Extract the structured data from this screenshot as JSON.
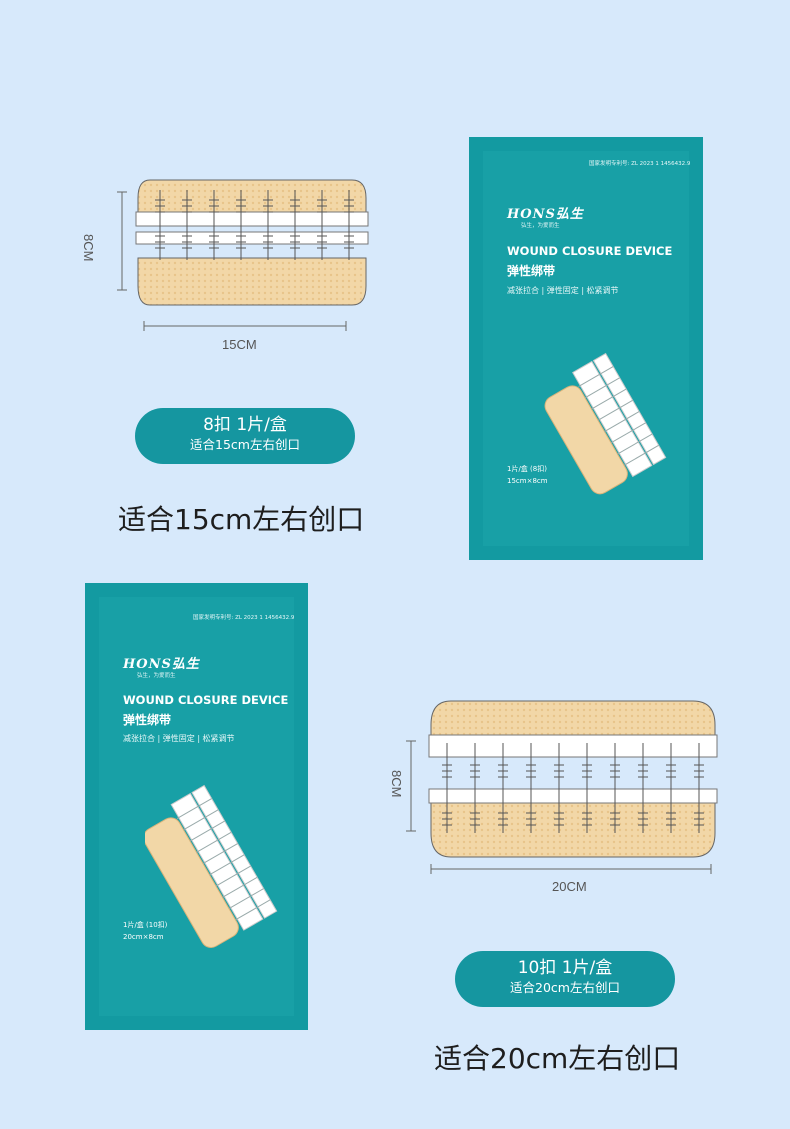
{
  "colors": {
    "background": "#d7e9fb",
    "package_teal": "#18a0a6",
    "pill_teal": "#1596a0",
    "pad_beige": "#f2d7a7"
  },
  "product1": {
    "height_label": "8CM",
    "width_label": "15CM",
    "pill_line1": "8扣 1片/盒",
    "pill_line2": "适合15cm左右创口",
    "caption": "适合15cm左右创口",
    "package": {
      "patent": "国家发明专利号: ZL 2023 1 1456432.9",
      "brand": "HONS弘生",
      "slogan": "弘生，为爱而生",
      "title_en": "WOUND CLOSURE DEVICE",
      "title_cn": "弹性绑带",
      "features": "减张拉合 | 弹性固定 | 松紧调节",
      "qty": "1片/盒 (8扣)",
      "size": "15cm×8cm"
    }
  },
  "product2": {
    "height_label": "8CM",
    "width_label": "20CM",
    "pill_line1": "10扣 1片/盒",
    "pill_line2": "适合20cm左右创口",
    "caption": "适合20cm左右创口",
    "package": {
      "patent": "国家发明专利号: ZL 2023 1 1456432.9",
      "brand": "HONS弘生",
      "slogan": "弘生，为爱而生",
      "title_en": "WOUND CLOSURE DEVICE",
      "title_cn": "弹性绑带",
      "features": "减张拉合 | 弹性固定 | 松紧调节",
      "qty": "1片/盒 (10扣)",
      "size": "20cm×8cm"
    }
  }
}
